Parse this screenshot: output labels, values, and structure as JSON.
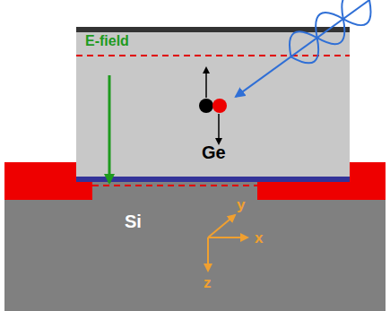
{
  "diagram": {
    "nodes": [
      {
        "text": [
          "Ge"
        ]
      },
      {
        "text": [
          "Si"
        ]
      }
    ],
    "labels": [
      "E-field",
      "y",
      "x",
      "z"
    ]
  }
}
